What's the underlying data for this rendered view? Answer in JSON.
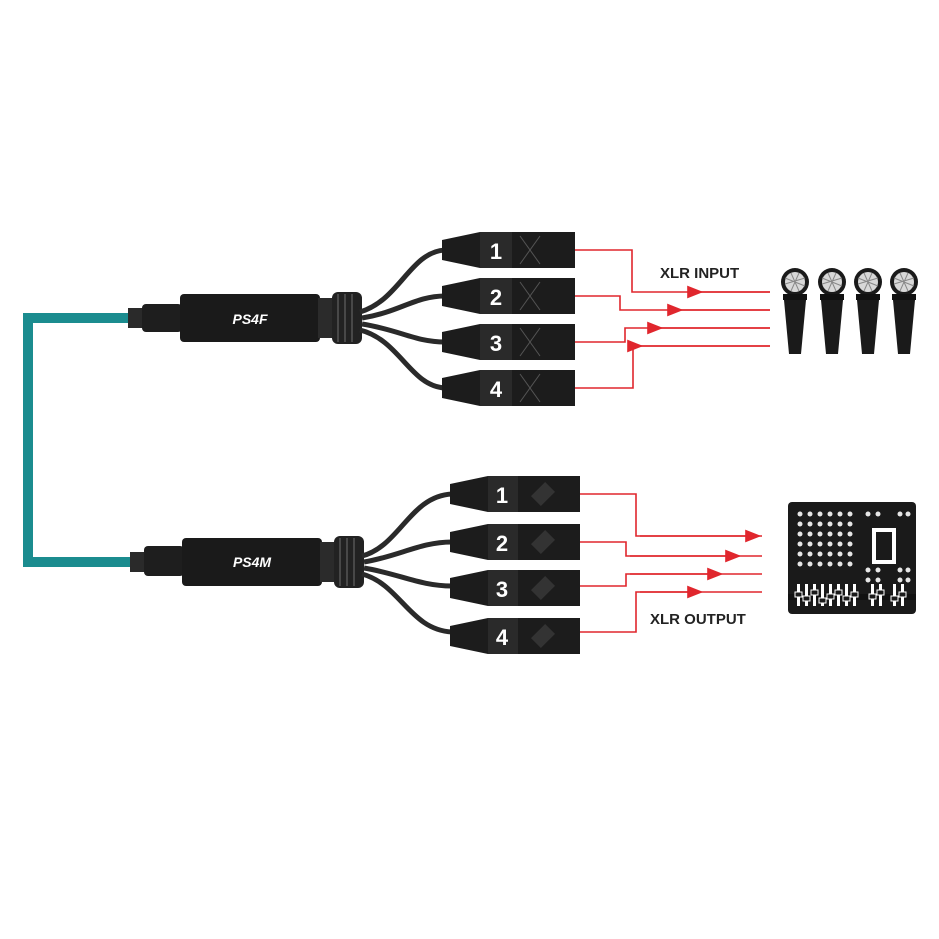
{
  "snake_top": {
    "label": "PS4F"
  },
  "snake_bottom": {
    "label": "PS4M"
  },
  "labels": {
    "input": "XLR INPUT",
    "output": "XLR OUTPUT"
  },
  "channels": [
    "1",
    "2",
    "3",
    "4"
  ],
  "colors": {
    "cable": "#1b8c8f",
    "signal": "#e0262d",
    "body": "#1a1a1a"
  },
  "icons": {
    "microphones": "microphone-icon",
    "mixer": "mixing-console-icon"
  }
}
